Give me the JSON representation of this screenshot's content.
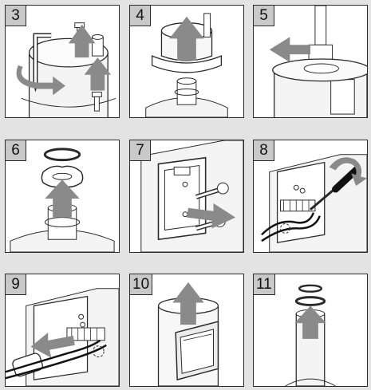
{
  "steps": [
    {
      "number": "3",
      "action": "remove-screw-and-hex-key"
    },
    {
      "number": "4",
      "action": "lift-off-cover"
    },
    {
      "number": "5",
      "action": "unscrew-lock-ring"
    },
    {
      "number": "6",
      "action": "insert-seal-ring"
    },
    {
      "number": "7",
      "action": "screw-in-mounting-plate"
    },
    {
      "number": "8",
      "action": "rotate-screwdriver"
    },
    {
      "number": "9",
      "action": "pull-out-cable"
    },
    {
      "number": "10",
      "action": "lift-off-housing"
    },
    {
      "number": "11",
      "action": "insert-o-rings"
    }
  ],
  "colors": {
    "background": "#e3e3e3",
    "panel": "#ffffff",
    "label_bg": "#c9c9c9",
    "arrow": "#8a8a8a",
    "line": "#2a2a2a"
  }
}
